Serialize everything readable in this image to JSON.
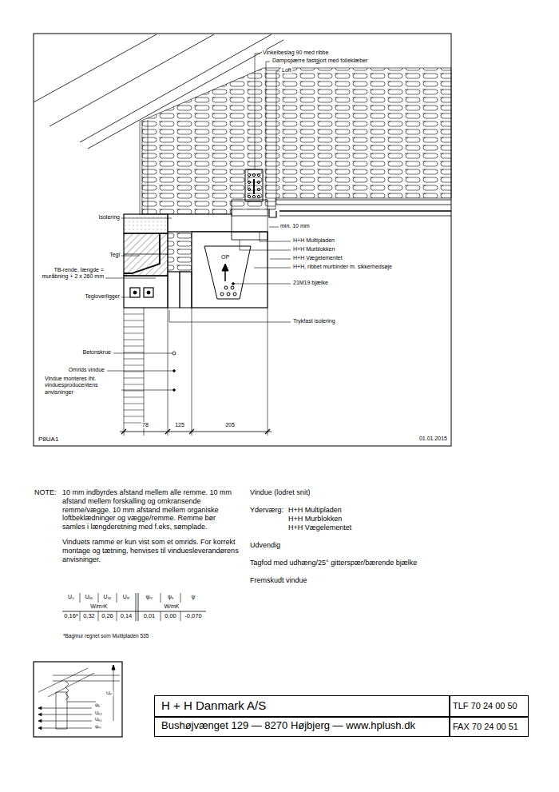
{
  "diagram": {
    "nodes": [
      {
        "text": [
          "H + H Danmark A/S",
          "Bushøjvænget 129 — 8270 Højbjerg — www.hplush.dk",
          "TLF 70 24 00 50",
          "FAX 70 24 00 51"
        ]
      }
    ],
    "labels": [
      "Vinkelbeslag 90 med ribbe",
      "Dampspærre fastgjort med folieklæber",
      "Loft",
      "Isolering",
      "min. 10 mm",
      "H+H Multipladen",
      "H+H Murblokken",
      "H+H Vægelementet",
      "H+H, ribbet murbinder m. sikkerhedsøje",
      "Tegl",
      "OP",
      "21M19 bjælke",
      "TB-rende, længde = muråbning + 2 x 260 mm",
      "Tegloverligger",
      "Trykfast isolering",
      "Betonskrue",
      "Omrids vindue",
      "Vindue monteres iht. vinduesproducentens anvisninger",
      "78",
      "125",
      "205",
      "P8UA1",
      "01.01.2015",
      "NOTE:",
      "10 mm indbyrdes afstand mellem alle remme. 10 mm afstand mellem forskalling og omkransende remme/vægge. 10 mm afstand mellem organiske loftbeklædninger og vægge/remme. Remme bør samles i længderetning med f.eks, sømplade.",
      "Vinduets ramme er kun vist som et omrids. For korrekt montage og tætning, henvises til vinduesleverandørens anvisninger.",
      "U₀",
      "Uₖ₁",
      "Uₖ₂",
      "Uₖᵣ",
      "ψₘ",
      "ψₖ",
      "ψ",
      "W/m²K",
      "W/mK",
      "0,16*",
      "0,32",
      "0,26",
      "0,14",
      "0,01",
      "0,00",
      "-0,070",
      "*Bagmur regnet som Multipladen 535",
      "Vindue (lodret snit)",
      "Yderværg:",
      "H+H Multipladen",
      "H+H Murblokken",
      "H+H Vægelementet",
      "Udvendig",
      "Tagfod med udhæng/25° gitterspær/bærende bjælke",
      "Fremskudt vindue",
      "Uₖᵣ",
      "ψₖ",
      "Uₖ₂",
      "Uₖ₁",
      "ψₘ"
    ]
  }
}
